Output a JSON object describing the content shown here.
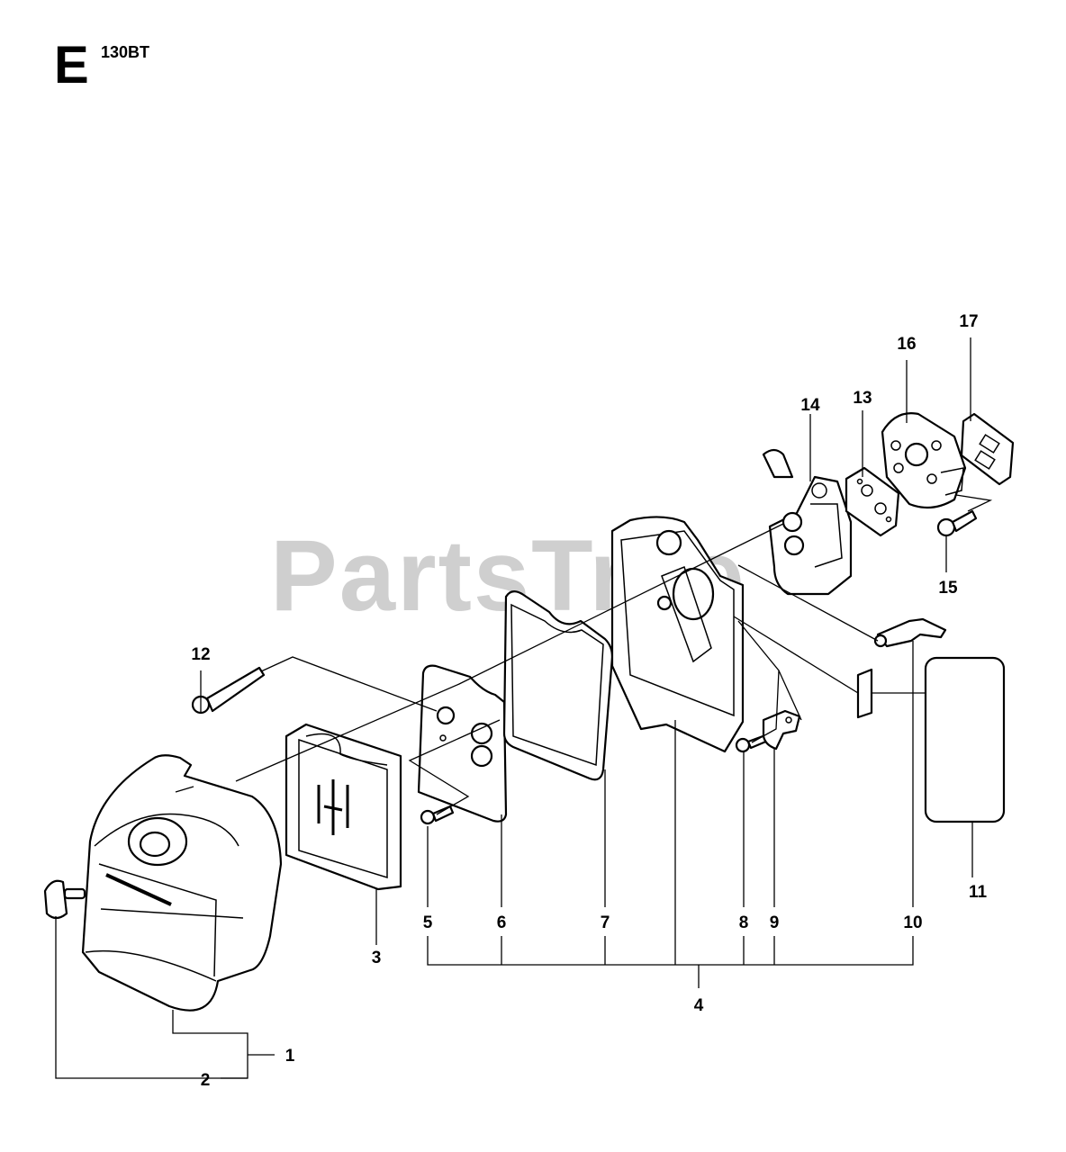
{
  "header": {
    "section_letter": "E",
    "model": "130BT"
  },
  "watermark": "PartsTree",
  "callouts": [
    {
      "id": "1",
      "label": "1"
    },
    {
      "id": "2",
      "label": "2"
    },
    {
      "id": "3",
      "label": "3"
    },
    {
      "id": "4",
      "label": "4"
    },
    {
      "id": "5",
      "label": "5"
    },
    {
      "id": "6",
      "label": "6"
    },
    {
      "id": "7",
      "label": "7"
    },
    {
      "id": "8",
      "label": "8"
    },
    {
      "id": "9",
      "label": "9"
    },
    {
      "id": "10",
      "label": "10"
    },
    {
      "id": "11",
      "label": "11"
    },
    {
      "id": "12",
      "label": "12"
    },
    {
      "id": "13",
      "label": "13"
    },
    {
      "id": "14",
      "label": "14"
    },
    {
      "id": "15",
      "label": "15"
    },
    {
      "id": "16",
      "label": "16"
    },
    {
      "id": "17",
      "label": "17"
    }
  ]
}
